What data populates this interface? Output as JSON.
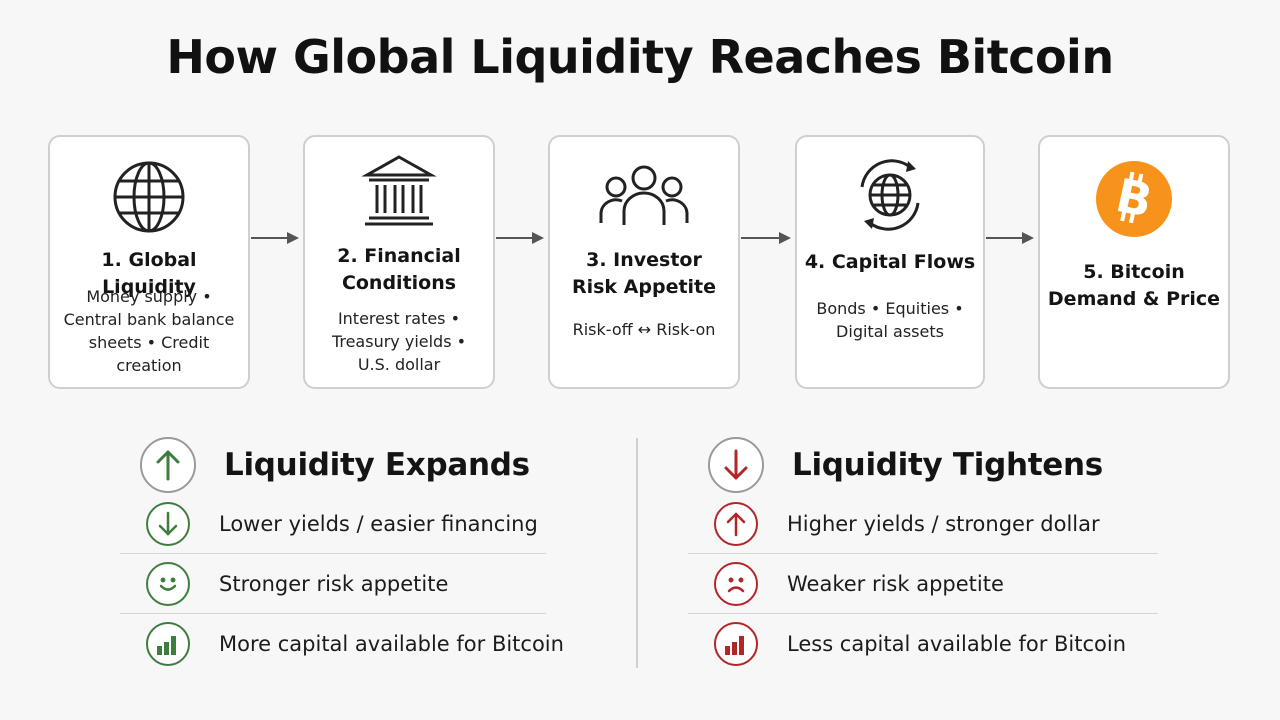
{
  "title": "How Global Liquidity Reaches Bitcoin",
  "colors": {
    "up": "#3e7d3e",
    "down": "#b32628",
    "bitcoin": "#f7931a",
    "icon_stroke": "#222222",
    "arrow": "#555555"
  },
  "steps": [
    {
      "title_lines": [
        "1. Global Liquidity"
      ],
      "desc_lines": [
        "Money supply •",
        "Central bank balance",
        "sheets • Credit creation"
      ],
      "icon": "globe-icon"
    },
    {
      "title_lines": [
        "2. Financial",
        "Conditions"
      ],
      "desc_lines": [
        "Interest rates •",
        "Treasury yields •",
        "U.S. dollar"
      ],
      "icon": "bank-icon"
    },
    {
      "title_lines": [
        "3. Investor",
        "Risk Appetite"
      ],
      "desc_lines": [
        "Risk-off ↔ Risk-on"
      ],
      "icon": "people-icon"
    },
    {
      "title_lines": [
        "4. Capital Flows"
      ],
      "desc_lines": [
        "Bonds • Equities •",
        "Digital assets"
      ],
      "icon": "globe-cycle-icon"
    },
    {
      "title_lines": [
        "5. Bitcoin",
        "Demand & Price"
      ],
      "desc_lines": [],
      "icon": "bitcoin-icon"
    }
  ],
  "expands": {
    "heading": "Liquidity Expands",
    "icon": "arrow-up-icon",
    "items": [
      {
        "text": "Lower yields / easier financing",
        "icon": "arrow-down-icon"
      },
      {
        "text": "Stronger risk appetite",
        "icon": "smile-icon"
      },
      {
        "text": "More capital available for Bitcoin",
        "icon": "bar-chart-icon"
      }
    ]
  },
  "tightens": {
    "heading": "Liquidity Tightens",
    "icon": "arrow-down-icon",
    "items": [
      {
        "text": "Higher yields / stronger dollar",
        "icon": "arrow-up-icon"
      },
      {
        "text": "Weaker risk appetite",
        "icon": "frown-icon"
      },
      {
        "text": "Less capital available for Bitcoin",
        "icon": "bar-chart-icon"
      }
    ]
  }
}
